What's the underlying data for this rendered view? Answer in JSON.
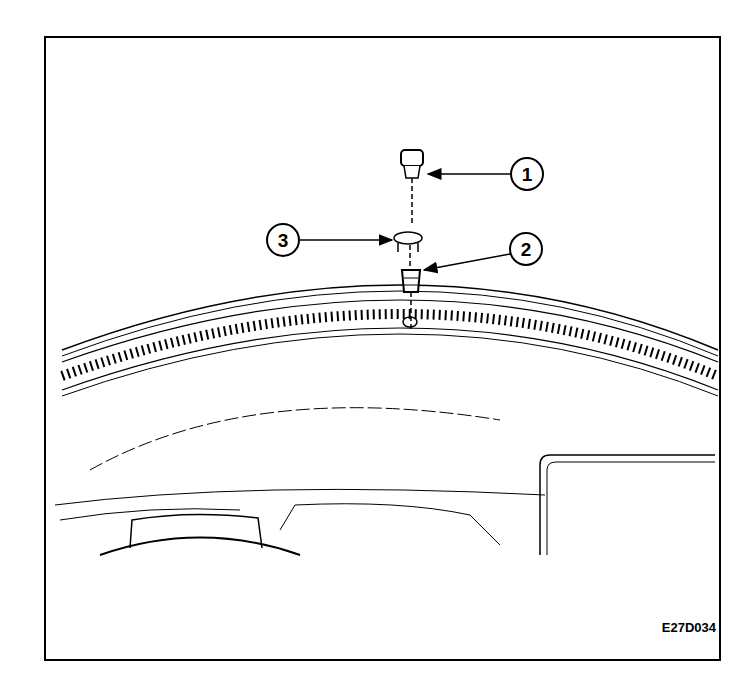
{
  "diagram": {
    "nodes": [
      {
        "text": [
          "1"
        ]
      },
      {
        "text": [
          "3"
        ]
      },
      {
        "text": [
          "2"
        ]
      }
    ],
    "labels": [
      "E27D034"
    ]
  }
}
